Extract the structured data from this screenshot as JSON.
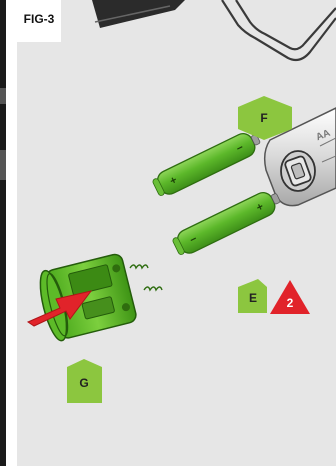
{
  "figure": {
    "label": "FIG-3",
    "battery_text": "AA",
    "callouts": {
      "f": "F",
      "e": "E",
      "g": "G",
      "step": "2"
    },
    "colors": {
      "panel": "#e6e6e6",
      "callout_green": "#8cc63f",
      "battery_green": "#55b21f",
      "arrow_red": "#e1232a",
      "dark": "#333333"
    }
  }
}
